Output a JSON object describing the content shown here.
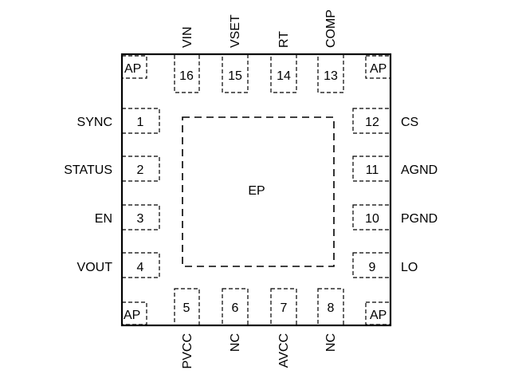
{
  "package": {
    "exposed_pad_label": "EP",
    "corner_pads": [
      "AP",
      "AP",
      "AP",
      "AP"
    ],
    "left_pins": [
      {
        "number": "1",
        "signal": "SYNC"
      },
      {
        "number": "2",
        "signal": "STATUS"
      },
      {
        "number": "3",
        "signal": "EN"
      },
      {
        "number": "4",
        "signal": "VOUT"
      }
    ],
    "bottom_pins": [
      {
        "number": "5",
        "signal": "PVCC"
      },
      {
        "number": "6",
        "signal": "NC"
      },
      {
        "number": "7",
        "signal": "AVCC"
      },
      {
        "number": "8",
        "signal": "NC"
      }
    ],
    "right_pins": [
      {
        "number": "9",
        "signal": "LO"
      },
      {
        "number": "10",
        "signal": "PGND"
      },
      {
        "number": "11",
        "signal": "AGND"
      },
      {
        "number": "12",
        "signal": "CS"
      }
    ],
    "top_pins": [
      {
        "number": "16",
        "signal": "VIN"
      },
      {
        "number": "15",
        "signal": "VSET"
      },
      {
        "number": "14",
        "signal": "RT"
      },
      {
        "number": "13",
        "signal": "COMP"
      }
    ]
  }
}
